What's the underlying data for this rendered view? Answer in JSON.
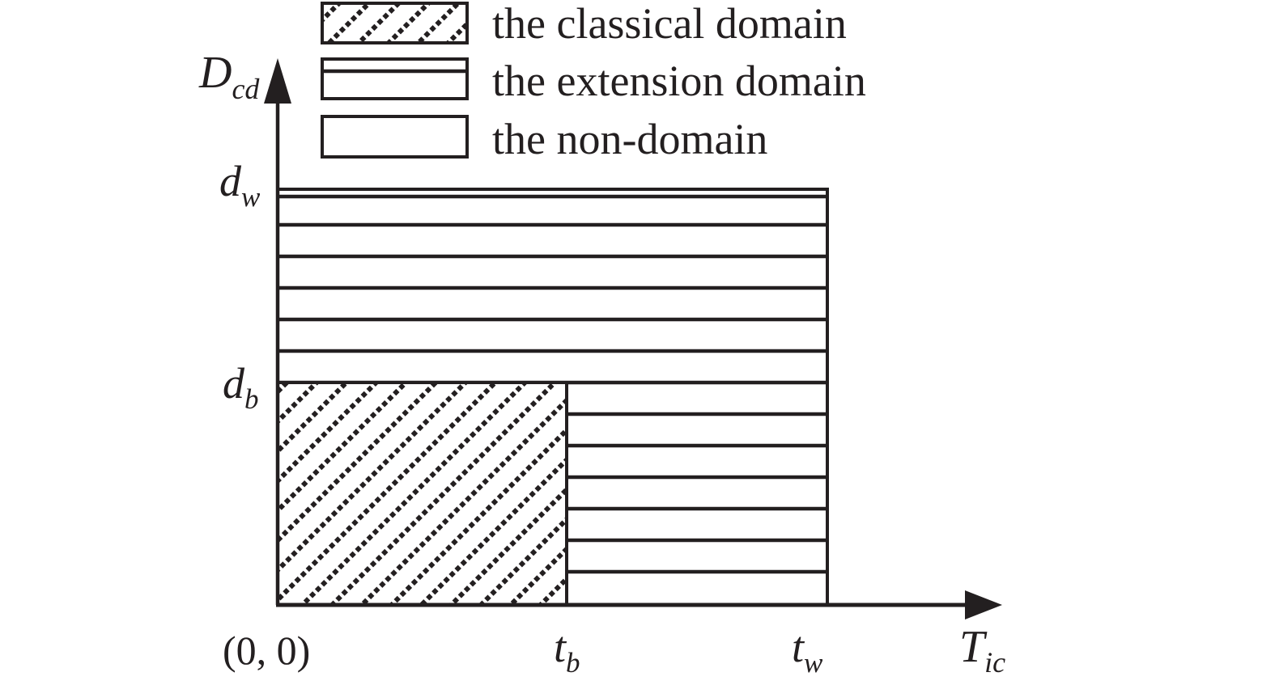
{
  "colors": {
    "ink": "#231f20",
    "background": "#ffffff"
  },
  "legend": {
    "items": [
      {
        "name": "classical-domain",
        "swatch": "diagonal-hatch",
        "label": "the classical domain"
      },
      {
        "name": "extension-domain",
        "swatch": "horizontal-line-box",
        "label": "the extension domain"
      },
      {
        "name": "non-domain",
        "swatch": "empty-box",
        "label": "the non-domain"
      }
    ]
  },
  "axes": {
    "y_label": {
      "base": "D",
      "sub": "cd"
    },
    "x_label": {
      "base": "T",
      "sub": "ic"
    },
    "origin_label": "(0, 0)",
    "y_ticks": [
      {
        "base": "d",
        "sub": "w"
      },
      {
        "base": "d",
        "sub": "b"
      }
    ],
    "x_ticks": [
      {
        "base": "t",
        "sub": "b"
      },
      {
        "base": "t",
        "sub": "w"
      }
    ]
  },
  "regions": [
    {
      "name": "classical-domain",
      "fill": "diagonal-hatch",
      "x_extent": [
        "0",
        "t_b"
      ],
      "y_extent": [
        "0",
        "d_b"
      ]
    },
    {
      "name": "extension-domain",
      "fill": "horizontal-lines",
      "x_extent": [
        "0",
        "t_w"
      ],
      "y_extent": [
        "0",
        "d_w"
      ]
    },
    {
      "name": "non-domain",
      "fill": "empty",
      "x_extent": [
        "outside",
        "rectangle"
      ],
      "y_extent": [
        "outside",
        "rectangle"
      ]
    }
  ]
}
